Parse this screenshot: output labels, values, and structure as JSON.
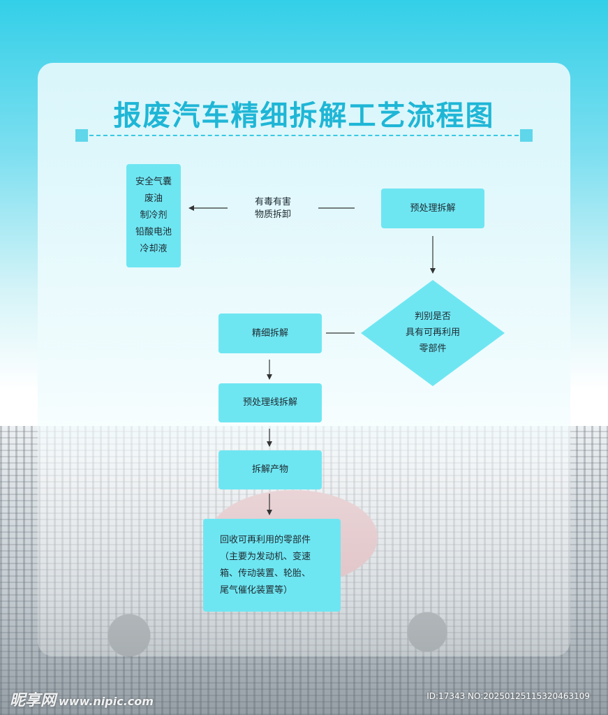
{
  "title": "报废汽车精细拆解工艺流程图",
  "nodes": {
    "pretreatment_disassembly": "预处理拆解",
    "hazardous_items": "安全气囊\n废油\n制冷剂\n铅酸电池\n冷却液",
    "hazardous_label": "有毒有害\n物质拆卸",
    "decision": "判别是否\n具有可再利用\n零部件",
    "fine_disassembly": "精细拆解",
    "pretreatment_wire_disassembly": "预处理线拆解",
    "disassembly_products": "拆解产物",
    "recyclable_parts": "回收可再利用的零部件\n（主要为发动机、变速\n箱、传动装置、轮胎、\n尾气催化装置等）"
  },
  "watermark": {
    "brand": "昵享网",
    "url": "www.nipic.com",
    "image_id": "ID:17343 NO:20250125115320463109"
  },
  "colors": {
    "title": "#1fb6d6",
    "box_fill": "#6ee6f2",
    "diamond_fill": "#6ee6f2",
    "arrow": "#333333"
  }
}
